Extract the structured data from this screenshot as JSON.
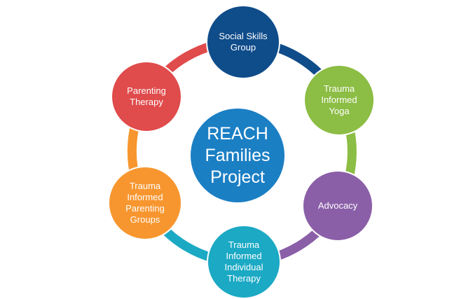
{
  "diagram": {
    "type": "cycle-hub",
    "center": {
      "label_lines": [
        "REACH",
        "Families",
        "Project"
      ],
      "color": "#1b7fc4"
    },
    "nodes": [
      {
        "label_lines": [
          "Social Skills",
          "Group"
        ],
        "color": "#0f4c8a"
      },
      {
        "label_lines": [
          "Trauma",
          "Informed",
          "Yoga"
        ],
        "color": "#8cbd44"
      },
      {
        "label_lines": [
          "Advocacy"
        ],
        "color": "#8a5fa8"
      },
      {
        "label_lines": [
          "Trauma",
          "Informed",
          "Individual",
          "Therapy"
        ],
        "color": "#1ba9c4"
      },
      {
        "label_lines": [
          "Trauma",
          "Informed",
          "Parenting",
          "Groups"
        ],
        "color": "#f7962f"
      },
      {
        "label_lines": [
          "Parenting",
          "Therapy"
        ],
        "color": "#e04b4b"
      }
    ]
  },
  "text": {
    "center_1": "REACH",
    "center_2": "Families",
    "center_3": "Project",
    "n0_1": "Social Skills",
    "n0_2": "Group",
    "n1_1": "Trauma",
    "n1_2": "Informed",
    "n1_3": "Yoga",
    "n2_1": "Advocacy",
    "n3_1": "Trauma",
    "n3_2": "Informed",
    "n3_3": "Individual",
    "n3_4": "Therapy",
    "n4_1": "Trauma",
    "n4_2": "Informed",
    "n4_3": "Parenting",
    "n4_4": "Groups",
    "n5_1": "Parenting",
    "n5_2": "Therapy"
  }
}
